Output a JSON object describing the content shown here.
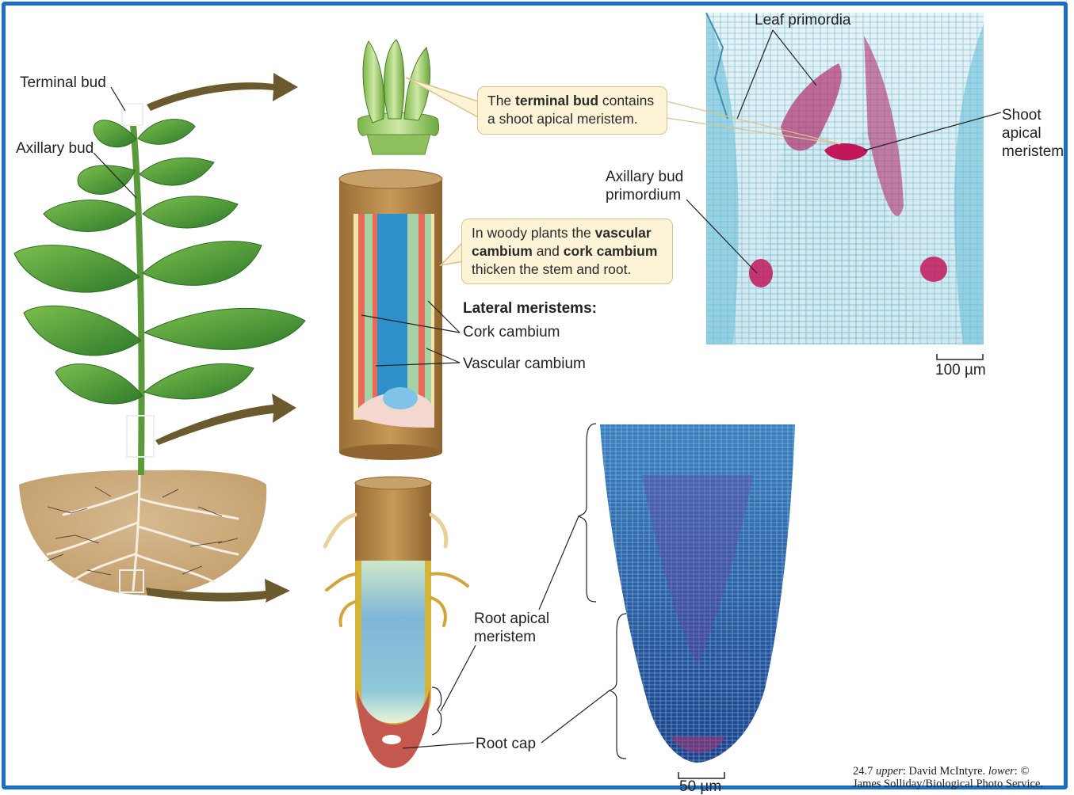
{
  "labels": {
    "terminal_bud": "Terminal bud",
    "axillary_bud": "Axillary bud",
    "leaf_primordia": "Leaf primordia",
    "shoot_apical_meristem_1": "Shoot",
    "shoot_apical_meristem_2": "apical",
    "shoot_apical_meristem_3": "meristem",
    "axillary_bud_primordium_1": "Axillary bud",
    "axillary_bud_primordium_2": "primordium",
    "lateral_meristems": "Lateral meristems:",
    "cork_cambium": "Cork cambium",
    "vascular_cambium": "Vascular cambium",
    "root_apical_meristem_1": "Root apical",
    "root_apical_meristem_2": "meristem",
    "root_cap": "Root cap",
    "scale_upper": "100 µm",
    "scale_lower": "50 µm"
  },
  "callouts": {
    "terminal": {
      "t1": "The ",
      "b1": "terminal bud",
      "t2": " contains",
      "line2": "a shoot apical meristem."
    },
    "woody": {
      "t1": "In woody plants the ",
      "b1": "vascular",
      "b2": "cambium",
      "t2": " and ",
      "b3": "cork cambium",
      "line3": "thicken the stem and root."
    }
  },
  "credit": {
    "num": "24.7 ",
    "upper_i": "upper",
    "upper_t": ": David McIntyre. ",
    "lower_i": "lower",
    "lower_t": ": ©",
    "line2": "James Solliday/Biological Photo Service."
  },
  "colors": {
    "frame": "#1a6fc4",
    "arrow": "#6b5a2e",
    "leaf": "#4f9a35",
    "bark": "#b98a4a",
    "xylem_blue": "#2f8fc8",
    "cambium_red": "#e0604f",
    "stain_magenta": "#b0306e",
    "stain_cyan": "#5ab0d0",
    "root_cap": "#c4574e",
    "callout_fill": "#fdf3d6"
  }
}
